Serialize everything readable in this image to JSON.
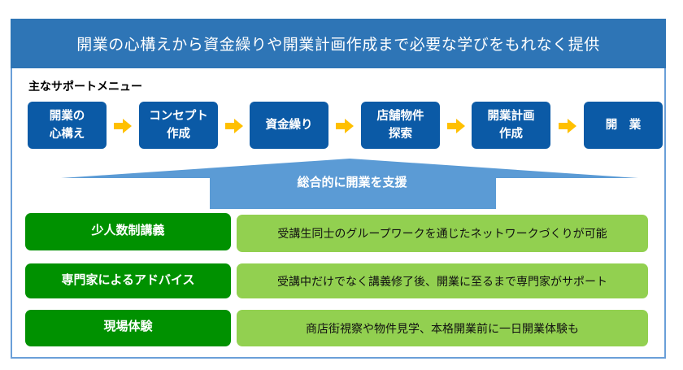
{
  "header": {
    "title": "開業の心構えから資金繰りや開業計画作成まで必要な学びをもれなく提供"
  },
  "menu": {
    "label": "主なサポートメニュー",
    "steps": [
      {
        "label": "開業の\n心構え"
      },
      {
        "label": "コンセプト\n作成"
      },
      {
        "label": "資金繰り"
      },
      {
        "label": "店舗物件\n探索"
      },
      {
        "label": "開業計画\n作成"
      },
      {
        "label": "開　業"
      }
    ],
    "arrow_icon": "right-arrow-icon",
    "arrow_color": "#ffc000",
    "step_color": "#0b5aa6"
  },
  "support": {
    "label": "総合的に開業を支援",
    "color": "#5b9bd5"
  },
  "features": [
    {
      "title": "少人数制講義",
      "description": "受講生同士のグループワークを通じたネットワークづくりが可能"
    },
    {
      "title": "専門家によるアドバイス",
      "description": "受講中だけでなく講義修了後、開業に至るまで専門家がサポート"
    },
    {
      "title": "現場体験",
      "description": "商店街視察や物件見学、本格開業前に一日開業体験も"
    }
  ],
  "colors": {
    "header": "#2e75b6",
    "feature_title": "#009100",
    "feature_desc": "#92d050",
    "frame": "#6a9fd8"
  }
}
